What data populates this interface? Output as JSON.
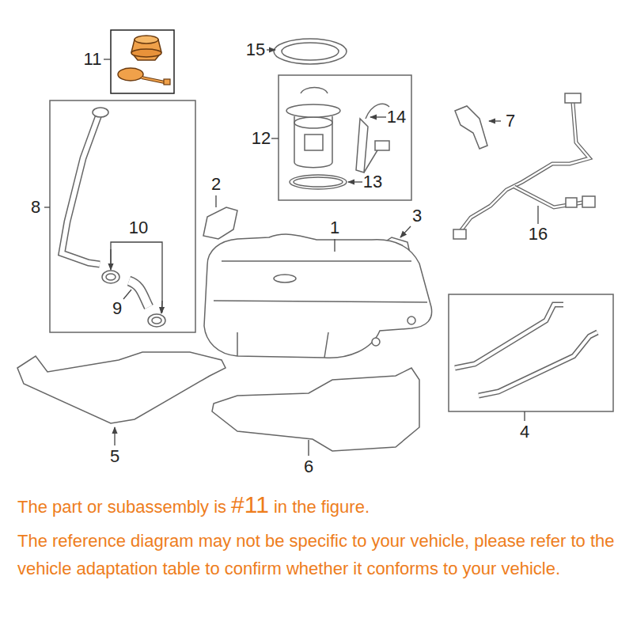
{
  "diagram": {
    "labels": [
      "11",
      "15",
      "12",
      "14",
      "7",
      "8",
      "2",
      "3",
      "1",
      "13",
      "10",
      "9",
      "16",
      "4",
      "5",
      "6",
      "The part or subassembly is",
      "#11",
      "in the figure.",
      "The reference diagram may not be specific to your vehicle, please refer to the vehicle adaptation table to confirm whether it conforms to your vehicle."
    ]
  }
}
